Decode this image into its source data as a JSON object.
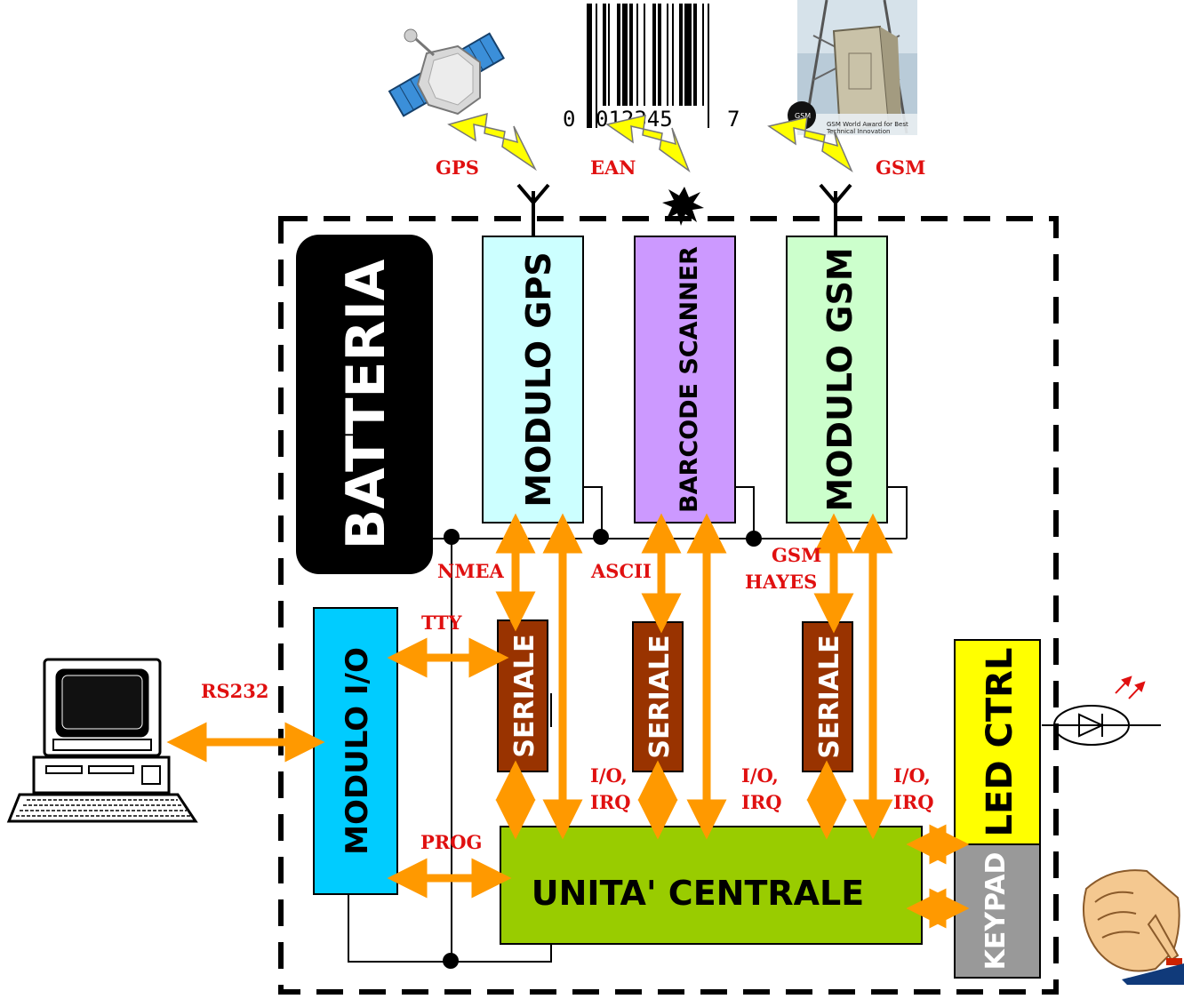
{
  "blocks": {
    "battery": "BATTERIA",
    "gps_module": "MODULO GPS",
    "barcode_scanner": "BARCODE SCANNER",
    "gsm_module": "MODULO GSM",
    "io_module": "MODULO I/O",
    "serial_1": "SERIALE",
    "serial_2": "SERIALE",
    "serial_3": "SERIALE",
    "led_ctrl": "LED CTRL",
    "keypad": "KEYPAD",
    "central_unit": "UNITA' CENTRALE"
  },
  "signals": {
    "gps": "GPS",
    "ean": "EAN",
    "gsm": "GSM",
    "nmea": "NMEA",
    "ascii": "ASCII",
    "gsm_hayes_1": "GSM",
    "gsm_hayes_2": "HAYES",
    "tty": "TTY",
    "rs232": "RS232",
    "prog": "PROG",
    "io_irq_1a": "I/O,",
    "io_irq_1b": "IRQ",
    "io_irq_2a": "I/O,",
    "io_irq_2b": "IRQ",
    "io_irq_3a": "I/O,",
    "io_irq_3b": "IRQ"
  },
  "barcode": {
    "left_digit": "0",
    "middle_digits": "012345",
    "right_digit": "7"
  },
  "gsm_photo_caption": {
    "badge": "GSM",
    "line1": "GSM World Award for Best",
    "line2": "Technical Innovation"
  },
  "icons": [
    "satellite-icon",
    "barcode-icon",
    "gsm-tower-photo",
    "antenna-icon",
    "laser-icon",
    "computer-icon",
    "led-diode-icon",
    "hand-pressing-icon",
    "lightning-icon"
  ],
  "colors": {
    "gps_module": "#ccffff",
    "barcode_scanner": "#cc99ff",
    "gsm_module": "#ccffcc",
    "io_module": "#00ccff",
    "serial": "#993300",
    "led_ctrl": "#ffff00",
    "keypad": "#999999",
    "central_unit": "#99cc00",
    "arrow": "#ff9900",
    "signal_label": "#e01010",
    "lightning": "#ffff00"
  }
}
